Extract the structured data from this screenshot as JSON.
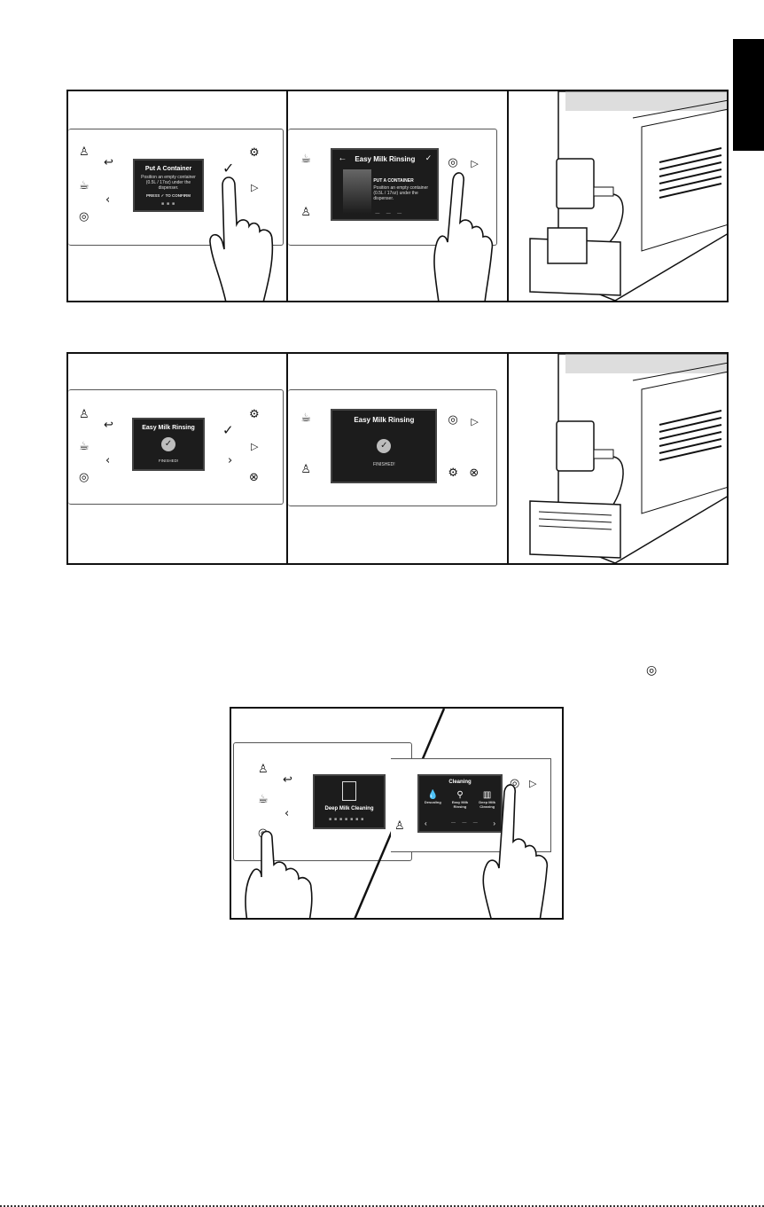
{
  "row1": {
    "screen1": {
      "title": "Put A Container",
      "body": "Position an empty container (0.5L / 17oz) under the dispenser.",
      "footer_prefix": "PRESS",
      "footer_suffix": "TO CONFIRM"
    },
    "screen2": {
      "title": "Easy Milk Rinsing",
      "subtitle": "PUT A CONTAINER",
      "body": "Position an empty container (0.5L / 17oz) under the dispenser."
    }
  },
  "row2": {
    "screen1": {
      "title": "Easy Milk Rinsing",
      "status": "FINISHED!"
    },
    "screen2": {
      "title": "Easy Milk Rinsing",
      "status": "FINISHED!"
    }
  },
  "bottom": {
    "left_screen": {
      "label": "Deep Milk Cleaning"
    },
    "right_screen": {
      "title": "Cleaning",
      "items": [
        "Descaling",
        "Easy Milk Rinsing",
        "Deep Milk Cleaning"
      ]
    }
  },
  "icons": {
    "user": "user-icon",
    "back": "back-arrow-icon",
    "cup": "cup-icon",
    "chevron_left": "chevron-left-icon",
    "chevron_right": "chevron-right-icon",
    "cleaning": "cleaning-icon",
    "check": "check-icon",
    "settings": "settings-icon",
    "play": "play-icon",
    "cancel": "cancel-icon"
  }
}
